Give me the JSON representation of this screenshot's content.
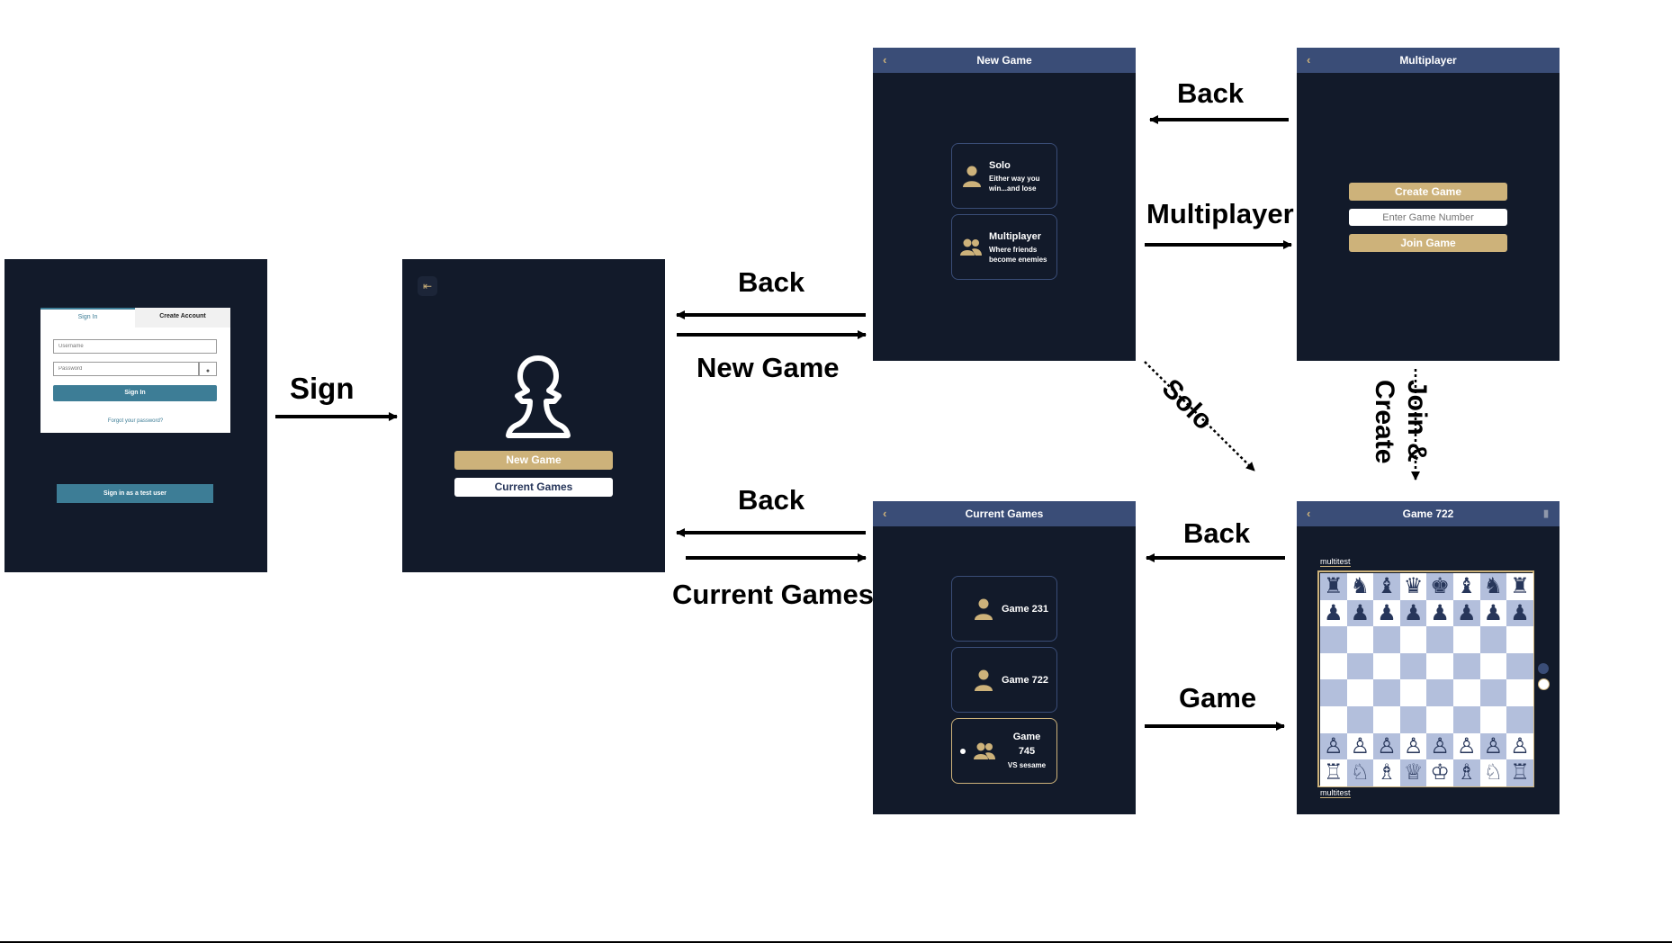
{
  "labels": {
    "sign": "Sign",
    "back_newgame": "Back",
    "new_game": "New Game",
    "back_current": "Back",
    "current_games": "Current Games",
    "back_multi": "Back",
    "multiplayer": "Multiplayer",
    "solo": "Solo",
    "join_create_1": "Join &",
    "join_create_2": "Create",
    "back_game": "Back",
    "game": "Game"
  },
  "signin": {
    "tab_sign_in": "Sign In",
    "tab_create": "Create Account",
    "username_placeholder": "Username",
    "password_placeholder": "Password",
    "sign_in_button": "Sign In",
    "forgot": "Forgot your password?",
    "test_user_button": "Sign in as a test user"
  },
  "home": {
    "new_game_button": "New Game",
    "current_games_button": "Current Games"
  },
  "new_game_screen": {
    "title": "New Game",
    "solo_title": "Solo",
    "solo_sub_1": "Either way you",
    "solo_sub_2": "win...and lose",
    "multi_title": "Multiplayer",
    "multi_sub_1": "Where friends",
    "multi_sub_2": "become enemies"
  },
  "multiplayer_screen": {
    "title": "Multiplayer",
    "create_button": "Create Game",
    "game_number_placeholder": "Enter Game Number",
    "join_button": "Join Game"
  },
  "current_games_screen": {
    "title": "Current Games",
    "games": [
      {
        "label": "Game 231"
      },
      {
        "label": "Game 722"
      },
      {
        "label_1": "Game",
        "label_2": "745",
        "opponent": "VS sesame"
      }
    ]
  },
  "game_screen": {
    "title": "Game 722",
    "top_player": "multitest",
    "bottom_player": "multitest"
  },
  "colors": {
    "screen_bg": "#121a2a",
    "nav_bg": "#3a4d77",
    "gold": "#cdb27a",
    "teal": "#3d7d96",
    "board_dark": "#b3bfdc"
  }
}
